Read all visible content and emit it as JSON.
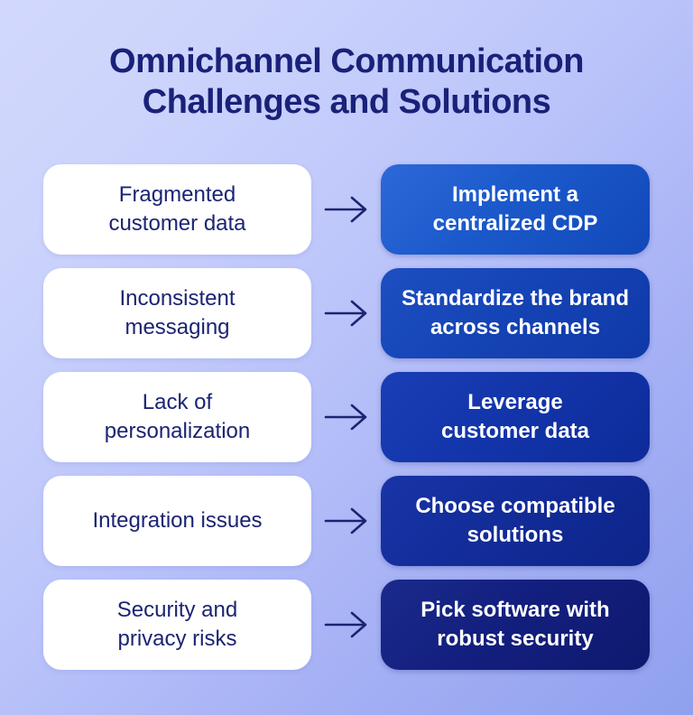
{
  "title": "Omnichannel Communication\nChallenges and Solutions",
  "rows": [
    {
      "challenge": "Fragmented\ncustomer data",
      "solution": "Implement a\ncentralized CDP"
    },
    {
      "challenge": "Inconsistent\nmessaging",
      "solution": "Standardize the brand\nacross channels"
    },
    {
      "challenge": "Lack of\npersonalization",
      "solution": "Leverage\ncustomer data"
    },
    {
      "challenge": "Integration issues",
      "solution": "Choose compatible\nsolutions"
    },
    {
      "challenge": "Security and\nprivacy risks",
      "solution": "Pick software with\nrobust security"
    }
  ],
  "icons": {
    "between_boxes": "right-arrow-icon"
  },
  "colors": {
    "background_gradient_start": "#d2d8fd",
    "background_gradient_end": "#8fa0ee",
    "title_text": "#1a2178",
    "challenge_box_background": "#ffffff",
    "challenge_text": "#1c2472",
    "arrow": "#1c2472",
    "solution_text": "#ffffff",
    "solution_box_backgrounds": [
      "#1b59cb",
      "#1544b6",
      "#1335aa",
      "#122c99",
      "#131f7e"
    ]
  }
}
